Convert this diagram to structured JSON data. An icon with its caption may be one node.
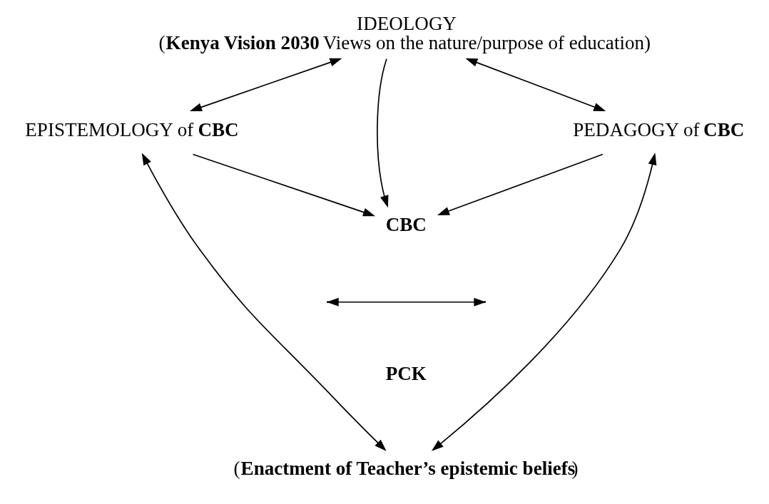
{
  "diagram": {
    "nodes": [
      {
        "text": [
          "IDEOLOGY",
          "(**Kenya Vision 2030** Views on the nature/purpose of education)"
        ]
      },
      {
        "text": [
          "CBC"
        ]
      },
      {
        "text": [
          "EPISTEMOLOGY of **CBC**"
        ]
      },
      {
        "text": [
          "PEDAGOGY of **CBC**"
        ]
      },
      {
        "text": [
          "(**Enactment of Teacher’s epistemic beliefs**)"
        ]
      }
    ],
    "edges": [
      {
        "from": 0,
        "to": 1,
        "arrow": "to"
      },
      {
        "from": 0,
        "to": 2,
        "arrow": "both"
      },
      {
        "from": 0,
        "to": 3,
        "arrow": "both"
      },
      {
        "from": 2,
        "to": 1,
        "arrow": "to"
      },
      {
        "from": 3,
        "to": 1,
        "arrow": "to"
      },
      {
        "from": 2,
        "to": 4,
        "arrow": "both"
      },
      {
        "from": 3,
        "to": 4,
        "arrow": "both"
      }
    ],
    "labels": [
      "PCK"
    ]
  }
}
